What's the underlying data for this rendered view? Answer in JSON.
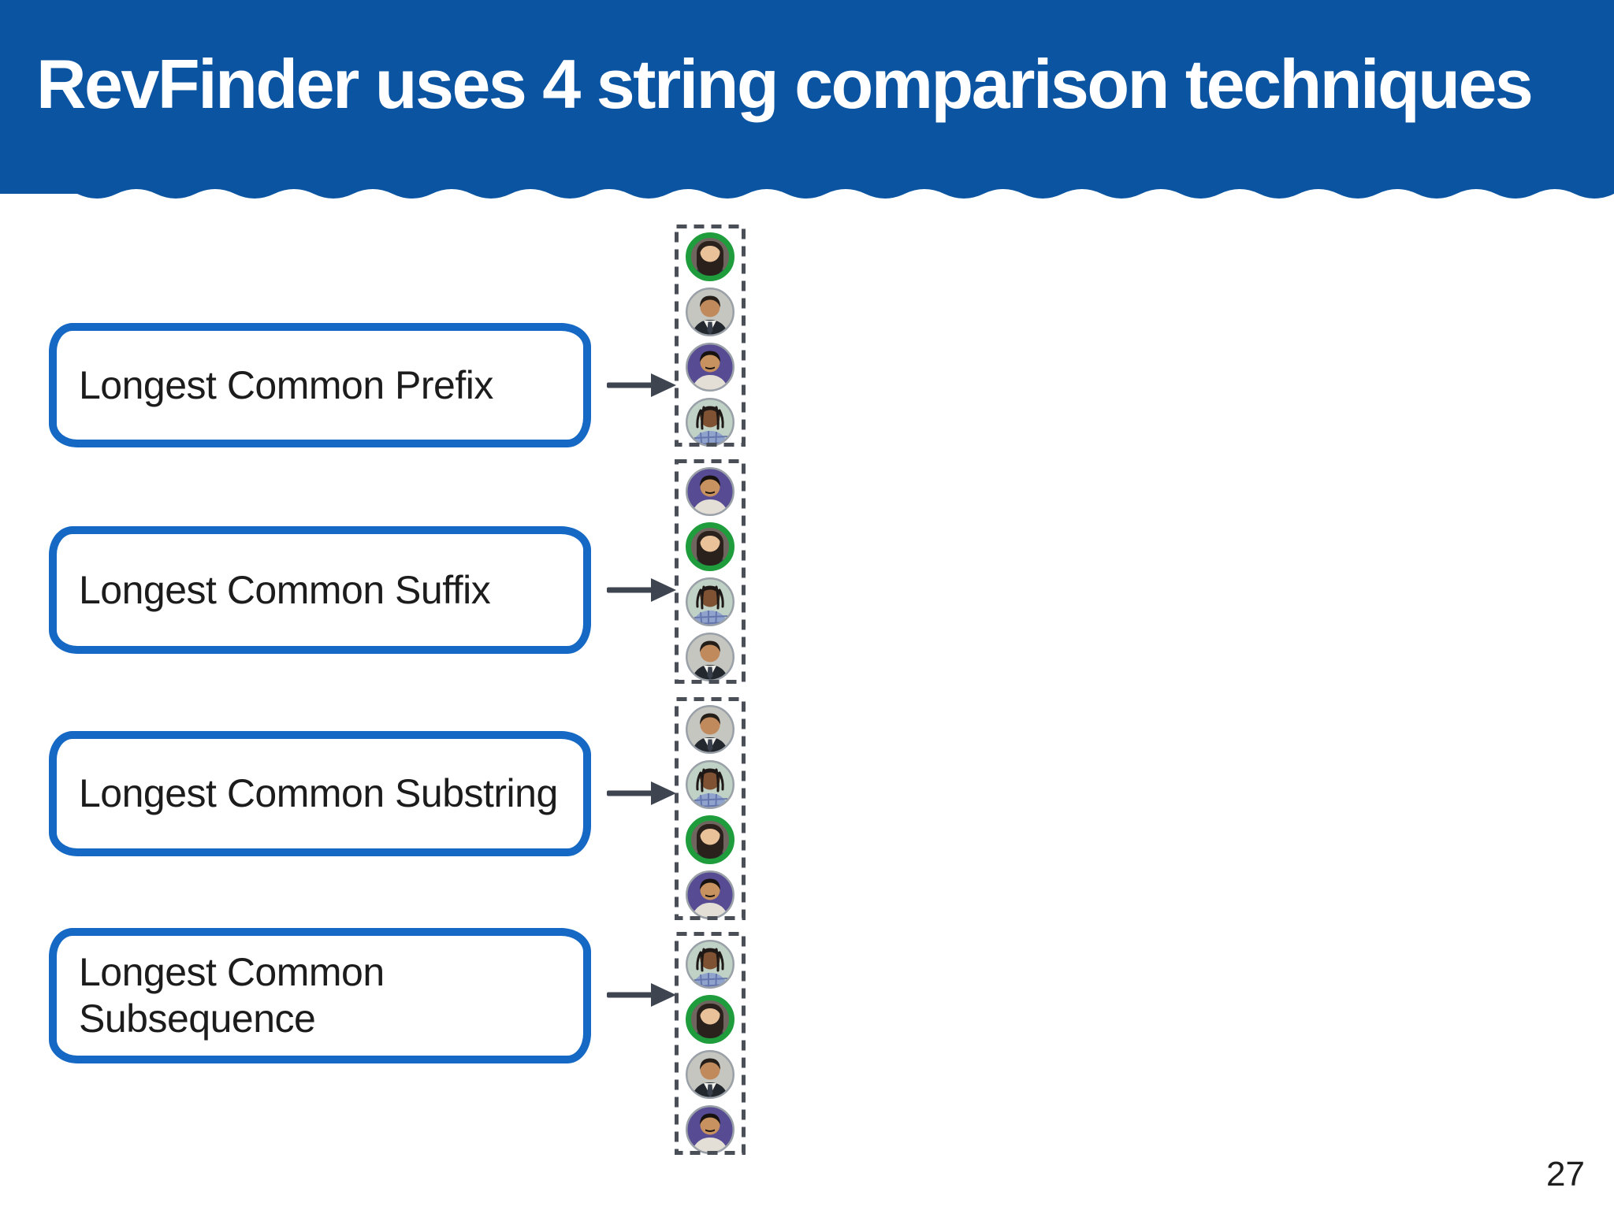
{
  "header": {
    "title": "RevFinder uses 4 string comparison techniques"
  },
  "techniques": [
    {
      "label": "Longest Common Prefix"
    },
    {
      "label": "Longest Common Suffix"
    },
    {
      "label": "Longest Common Substring"
    },
    {
      "label": " Longest Common\nSubsequence"
    }
  ],
  "people": {
    "woman-long-hair": {
      "variant": "long",
      "ring": "#1F9D3C",
      "ring_width": 7,
      "bg": "#70655E",
      "skin": "#E9C29A",
      "hair": "#2A211C",
      "shirt": "#3A3F49",
      "shirt_accent": ""
    },
    "man-suit": {
      "variant": "suit",
      "ring": "#9AA0A8",
      "ring_width": 2.5,
      "bg": "#C6C6C0",
      "skin": "#C08A5C",
      "hair": "#241D18",
      "shirt": "#23272E",
      "shirt_accent": "#EFEFEC"
    },
    "man-purple": {
      "variant": "mustache",
      "ring": "#9AA0A8",
      "ring_width": 2.5,
      "bg": "#574C93",
      "skin": "#C79160",
      "hair": "#17120F",
      "shirt": "#E3DFD6",
      "shirt_accent": ""
    },
    "man-dreadlocks": {
      "variant": "dreads",
      "ring": "#9AA0A8",
      "ring_width": 2.5,
      "bg": "#BFD2C5",
      "skin": "#7E5233",
      "hair": "#1E1916",
      "shirt": "#8FA3CC",
      "shirt_accent": "#5E6FA8"
    }
  },
  "groups": [
    {
      "technique": "Longest Common Prefix",
      "members": [
        "woman-long-hair",
        "man-suit",
        "man-purple",
        "man-dreadlocks"
      ]
    },
    {
      "technique": "Longest Common Suffix",
      "members": [
        "man-purple",
        "woman-long-hair",
        "man-dreadlocks",
        "man-suit"
      ]
    },
    {
      "technique": "Longest Common Substring",
      "members": [
        "man-suit",
        "man-dreadlocks",
        "woman-long-hair",
        "man-purple"
      ]
    },
    {
      "technique": "Longest Common Subsequence",
      "members": [
        "man-dreadlocks",
        "woman-long-hair",
        "man-suit",
        "man-purple"
      ]
    }
  ],
  "page": {
    "number": "27"
  },
  "colors": {
    "banner_bg": "#0B54A2",
    "box_border": "#1568C4",
    "arrow": "#3E4450",
    "group_border": "#494E57",
    "highlight_ring": "#1F9D3C",
    "default_ring": "#9AA0A8",
    "label_text": "#1C1C1C"
  }
}
